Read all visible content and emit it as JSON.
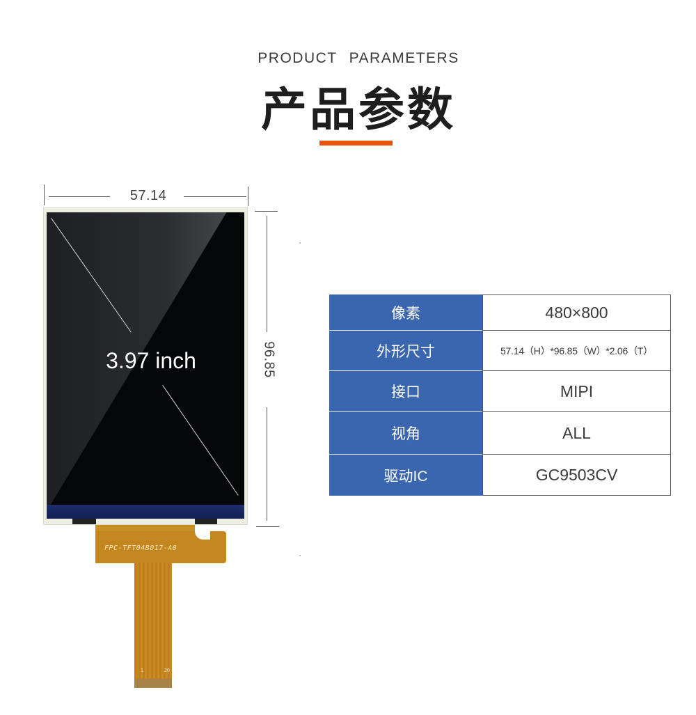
{
  "header": {
    "subtitle": "PRODUCT  PARAMETERS",
    "title": "产品参数",
    "accent_color": "#e8540e"
  },
  "product_image": {
    "width_dimension": "57.14",
    "height_dimension": "96.85",
    "screen_size_label": "3.97 inch",
    "fpc_label": "FPC-TFT04B017-A0",
    "fpc_pin_start": "1",
    "fpc_pin_end": "20"
  },
  "spec_table": {
    "key_bg_color": "#3a66b0",
    "rows": [
      {
        "key": "像素",
        "value": "480×800"
      },
      {
        "key": "外形尺寸",
        "value": "57.14（H）*96.85（W）*2.06（T）"
      },
      {
        "key": "接口",
        "value": "MIPI"
      },
      {
        "key": "视角",
        "value": "ALL"
      },
      {
        "key": "驱动IC",
        "value": "GC9503CV"
      }
    ]
  }
}
